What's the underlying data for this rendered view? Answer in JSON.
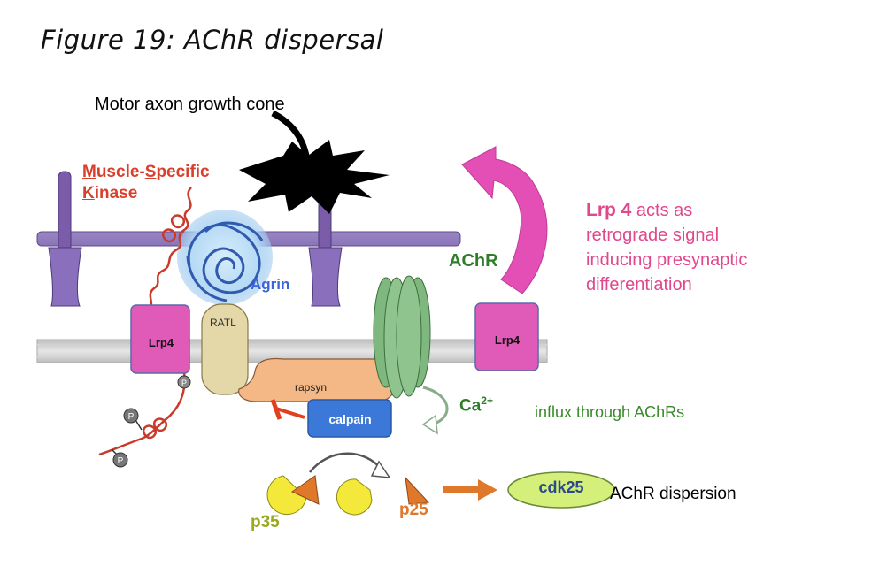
{
  "figure": {
    "title": "Figure 19: AChR dispersal"
  },
  "labels": {
    "axon": "Motor axon growth cone",
    "musk_u1": "M",
    "musk_r1": "uscle-",
    "musk_u2": "S",
    "musk_r2": "pecific",
    "musk_u3": "K",
    "musk_r3": "inase",
    "agrin": "Agrin",
    "achr": "AChR",
    "lrp4_left": "Lrp4",
    "lrp4_right": "Lrp4",
    "ratl": "RATL",
    "rapsyn": "rapsyn",
    "calpain": "calpain",
    "ca": "Ca",
    "ca_sup": "2+",
    "influx": "influx through AChRs",
    "cdk25": "cdk25",
    "achr_dispersion": "AChR dispersion",
    "p35": "p35",
    "p25": "p25",
    "phospho": "P",
    "lrp4_retro_bold": "Lrp 4",
    "lrp4_retro_line1": " acts as",
    "lrp4_retro_line2": "retrograde signal",
    "lrp4_retro_line3": "inducing presynaptic",
    "lrp4_retro_line4": "differentiation"
  },
  "colors": {
    "musk_red": "#d8402c",
    "agrin_blue": "#3a64d8",
    "achr_green": "#2f7d2a",
    "lrp4_magenta": "#e0479c",
    "calpain_blue": "#3b78d8",
    "rapsyn_orange": "#f0b080",
    "cdk25_green": "#d4ef7a",
    "p25_orange": "#e0782c",
    "p35_yellow": "#f4e83a",
    "membrane_gray": "#c8c8c8",
    "purple_receptor": "#7a5ca8"
  }
}
